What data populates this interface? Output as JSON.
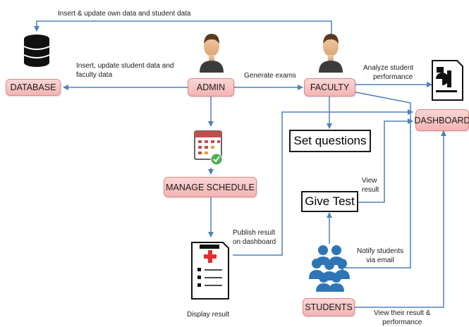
{
  "nodes": {
    "database": "DATABASE",
    "admin": "ADMIN",
    "faculty": "FACULTY",
    "dashboard": "DASHBOARD",
    "manage_schedule": "MANAGE SCHEDULE",
    "students": "STUDENTS",
    "set_questions": "Set questions",
    "give_test": "Give Test"
  },
  "labels": {
    "insert_update_own": "Insert & update own data and student data",
    "insert_update_student_1": "Insert, update student data and",
    "insert_update_student_2": "faculty data",
    "generate_exams": "Generate exams",
    "analyze_1": "Analyze student",
    "analyze_2": "performance",
    "view_result_1": "View",
    "view_result_2": "result",
    "publish_1": "Publish result",
    "publish_2": "on dashboard",
    "notify_1": "Notify students",
    "notify_2": "via email",
    "display_result": "Display result",
    "view_their_1": "View their result &",
    "view_their_2": "performance"
  },
  "icons": {
    "database": "database-icon",
    "admin": "user-avatar-icon",
    "faculty": "user-avatar-icon",
    "dashboard": "report-icon",
    "schedule": "calendar-check-icon",
    "result": "medical-report-icon",
    "students": "group-icon"
  },
  "colors": {
    "arrow": "#4f81bd",
    "node_fill": "#f4b3b3",
    "node_border": "#d98a8a",
    "students_icon": "#2e75b6"
  }
}
